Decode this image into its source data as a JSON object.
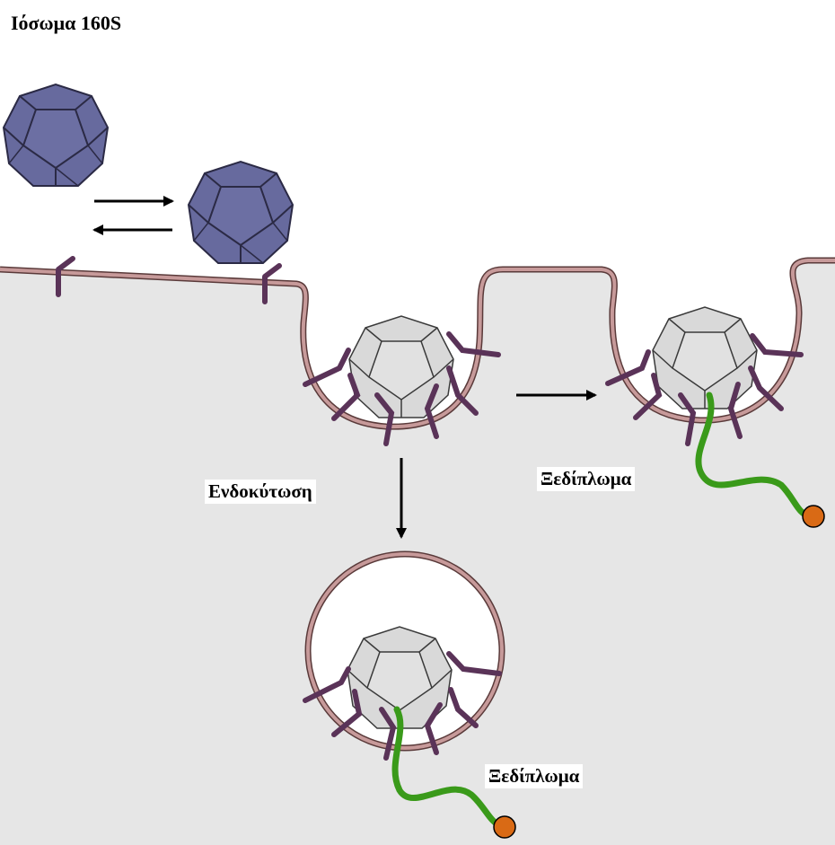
{
  "title": "Ιόσωμα 160S",
  "labels": {
    "endocytosis": "Ενδοκύτωση",
    "uncoating_1": "Ξεδίπλωμα",
    "uncoating_2": "Ξεδίπλωμα"
  },
  "colors": {
    "background_top": "#ffffff",
    "cytoplasm": "#e6e6e6",
    "membrane": "#c79a9a",
    "membrane_outline": "#5a3a3a",
    "virion_fill": "#676a9e",
    "virion_faces": "#7578ab",
    "virion_edges": "#2b2a45",
    "empty_capsid_fill": "#d9d9d9",
    "empty_capsid_edges": "#3a3a3a",
    "receptor": "#5a3358",
    "rna": "#3a9a1a",
    "vpg": "#d96a15",
    "arrow": "#000000"
  }
}
